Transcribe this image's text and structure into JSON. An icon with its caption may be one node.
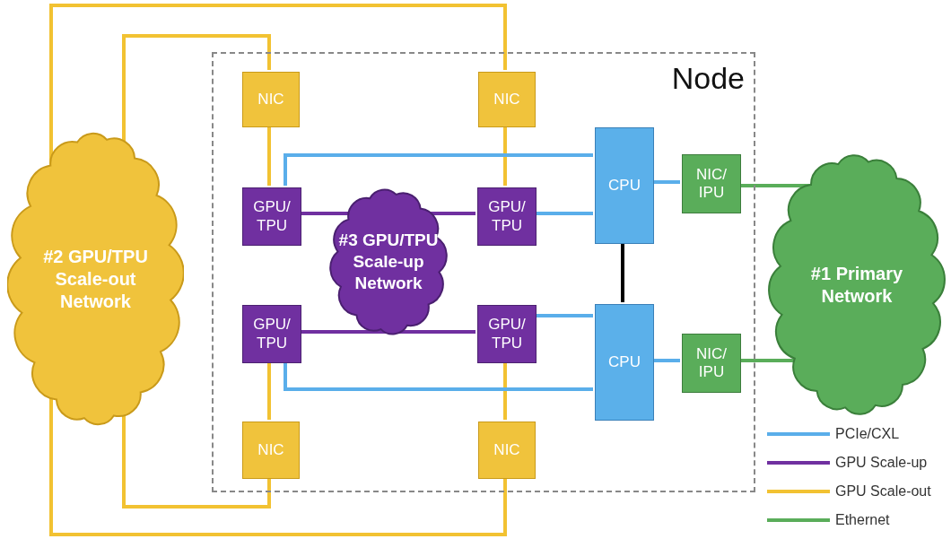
{
  "diagram": {
    "nodes": [
      {
        "text": [
          "Node"
        ]
      },
      {
        "text": [
          "NIC"
        ],
        "in": 0
      },
      {
        "text": [
          "NIC"
        ],
        "in": 0
      },
      {
        "text": [
          "CPU"
        ],
        "in": 0
      },
      {
        "text": [
          "NIC/ IPU"
        ],
        "in": 0
      },
      {
        "text": [
          "GPU/ TPU"
        ],
        "in": 0
      },
      {
        "text": [
          "GPU/ TPU"
        ],
        "in": 0
      },
      {
        "text": [
          "#3 GPU/TPU Scale-up Network"
        ],
        "in": 0
      },
      {
        "text": [
          "GPU/ TPU"
        ],
        "in": 0
      },
      {
        "text": [
          "GPU/ TPU"
        ],
        "in": 0
      },
      {
        "text": [
          "CPU"
        ],
        "in": 0
      },
      {
        "text": [
          "NIC/ IPU"
        ],
        "in": 0
      },
      {
        "text": [
          "NIC"
        ],
        "in": 0
      },
      {
        "text": [
          "NIC"
        ],
        "in": 0
      },
      {
        "text": [
          "#2 GPU/TPU Scale-out Network"
        ]
      },
      {
        "text": [
          "#1 Primary Network"
        ]
      }
    ],
    "edges": [
      {
        "from": 1,
        "to": 5,
        "arrow": "none",
        "color": "#f2c232"
      },
      {
        "from": 2,
        "to": 6,
        "arrow": "none",
        "color": "#f2c232"
      },
      {
        "from": 8,
        "to": 12,
        "arrow": "none",
        "color": "#f2c232"
      },
      {
        "from": 9,
        "to": 13,
        "arrow": "none",
        "color": "#f2c232"
      },
      {
        "from": 1,
        "to": 14,
        "arrow": "none",
        "color": "#f2c232"
      },
      {
        "from": 2,
        "to": 14,
        "arrow": "none",
        "color": "#f2c232"
      },
      {
        "from": 12,
        "to": 14,
        "arrow": "none",
        "color": "#f2c232"
      },
      {
        "from": 13,
        "to": 14,
        "arrow": "none",
        "color": "#f2c232"
      },
      {
        "from": 5,
        "to": 7,
        "arrow": "none",
        "color": "#7030a0"
      },
      {
        "from": 7,
        "to": 6,
        "arrow": "none",
        "color": "#7030a0"
      },
      {
        "from": 8,
        "to": 7,
        "arrow": "none",
        "color": "#7030a0"
      },
      {
        "from": 7,
        "to": 9,
        "arrow": "none",
        "color": "#7030a0"
      },
      {
        "from": 5,
        "to": 3,
        "arrow": "none",
        "color": "#5aaeea"
      },
      {
        "from": 6,
        "to": 3,
        "arrow": "none",
        "color": "#5aaeea"
      },
      {
        "from": 9,
        "to": 10,
        "arrow": "none",
        "color": "#5aaeea"
      },
      {
        "from": 8,
        "to": 10,
        "arrow": "none",
        "color": "#5aaeea"
      },
      {
        "from": 3,
        "to": 4,
        "arrow": "none",
        "color": "#5aaeea"
      },
      {
        "from": 10,
        "to": 11,
        "arrow": "none",
        "color": "#5aaeea"
      },
      {
        "from": 3,
        "to": 10,
        "arrow": "none",
        "color": "#000000"
      },
      {
        "from": 4,
        "to": 15,
        "arrow": "none",
        "color": "#5aad5a"
      },
      {
        "from": 11,
        "to": 15,
        "arrow": "none",
        "color": "#5aad5a"
      }
    ],
    "legend": [
      {
        "text": "PCIe/CXL",
        "color": "#5aaeea"
      },
      {
        "text": "GPU Scale-up",
        "color": "#7030a0"
      },
      {
        "text": "GPU Scale-out",
        "color": "#f2c232"
      },
      {
        "text": "Ethernet",
        "color": "#5aad5a"
      }
    ]
  }
}
